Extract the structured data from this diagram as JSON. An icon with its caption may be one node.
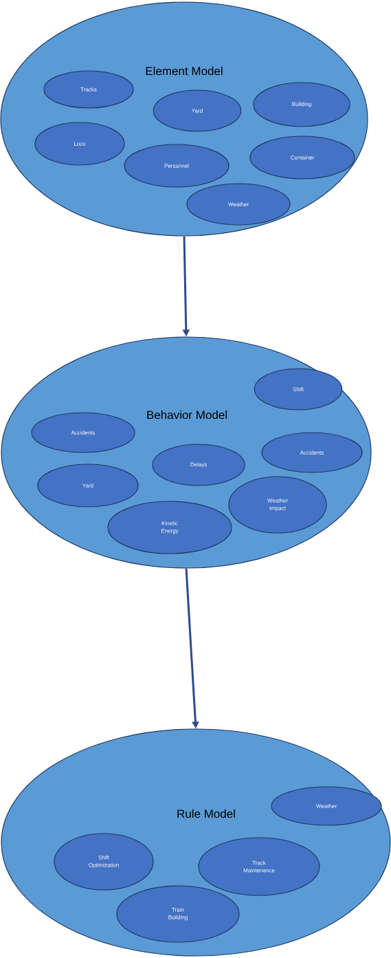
{
  "diagram": {
    "nodes": [
      {
        "text": [
          "Element Model"
        ]
      },
      {
        "text": [
          "Tracks"
        ],
        "in": 0
      },
      {
        "text": [
          "Yard"
        ],
        "in": 0
      },
      {
        "text": [
          "Building"
        ],
        "in": 0
      },
      {
        "text": [
          "Loco"
        ],
        "in": 0
      },
      {
        "text": [
          "Personnel"
        ],
        "in": 0
      },
      {
        "text": [
          "Container"
        ],
        "in": 0
      },
      {
        "text": [
          "Weather"
        ],
        "in": 0
      },
      {
        "text": [
          "Behavior Model"
        ]
      },
      {
        "text": [
          "Shift"
        ],
        "in": 8
      },
      {
        "text": [
          "Accidents"
        ],
        "in": 8
      },
      {
        "text": [
          "Delays"
        ],
        "in": 8
      },
      {
        "text": [
          "Accidents"
        ],
        "in": 8
      },
      {
        "text": [
          "Yard"
        ],
        "in": 8
      },
      {
        "text": [
          "Weather Impact"
        ],
        "in": 8
      },
      {
        "text": [
          "Kinetic Energy"
        ],
        "in": 8
      },
      {
        "text": [
          "Rule Model"
        ]
      },
      {
        "text": [
          "Weather"
        ],
        "in": 16
      },
      {
        "text": [
          "Shift Optimization"
        ],
        "in": 16
      },
      {
        "text": [
          "Track Maintenance"
        ],
        "in": 16
      },
      {
        "text": [
          "Train Building"
        ],
        "in": 16
      }
    ],
    "edges": [
      {
        "from": 0,
        "to": 8,
        "arrow": "to"
      },
      {
        "from": 8,
        "to": 16,
        "arrow": "to"
      }
    ]
  }
}
